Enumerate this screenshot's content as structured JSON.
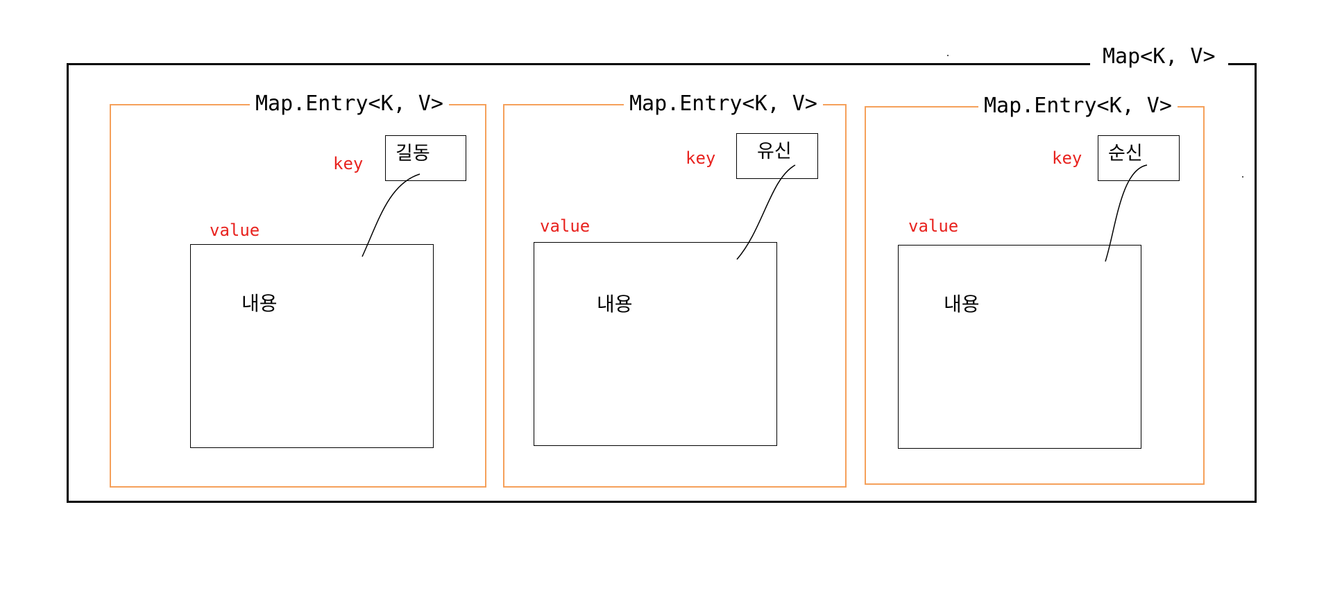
{
  "map": {
    "title": "Map<K, V>",
    "entries": [
      {
        "title": "Map.Entry<K, V>",
        "key_label": "key",
        "key": "길동",
        "value_label": "value",
        "value": "내용"
      },
      {
        "title": "Map.Entry<K, V>",
        "key_label": "key",
        "key": "유신",
        "value_label": "value",
        "value": "내용"
      },
      {
        "title": "Map.Entry<K, V>",
        "key_label": "key",
        "key": "순신",
        "value_label": "value",
        "value": "내용"
      }
    ]
  },
  "colors": {
    "entry_border": "#f5a05a",
    "label_text": "#e8231f",
    "frame": "#000000"
  }
}
